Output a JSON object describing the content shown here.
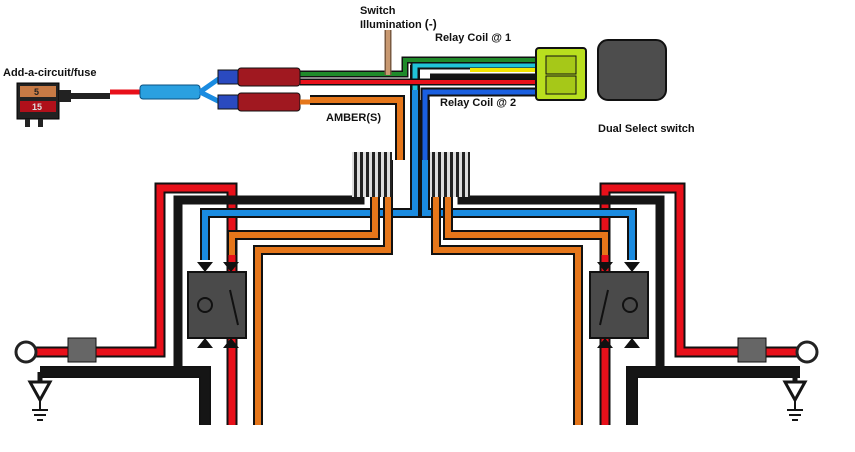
{
  "labels": {
    "fuse": "Add-a-circuit/fuse",
    "switch_illum_line1": "Switch",
    "switch_illum_line2": "Illumination",
    "switch_illum_neg": "(-)",
    "relay_coil_1": "Relay Coil @ 1",
    "relay_coil_2": "Relay Coil @ 2",
    "amber": "AMBER(S)",
    "dual_select": "Dual Select switch"
  },
  "fuse_values": {
    "top": "5",
    "bottom": "15"
  },
  "colors": {
    "red": "#e8101a",
    "black": "#151515",
    "blue": "#1a8be0",
    "orange": "#e5761a",
    "green": "#1f8a2a",
    "brown": "#c89870",
    "yellow": "#f2e600",
    "connector_green": "#b9df1e",
    "relay": "#4a4a4a",
    "switch_body": "#4d4d4d"
  },
  "icons": [
    "fuse-icon",
    "ground-icon",
    "ring-terminal-icon",
    "relay-icon",
    "connector-icon",
    "switch-icon",
    "butt-splice-icon"
  ]
}
